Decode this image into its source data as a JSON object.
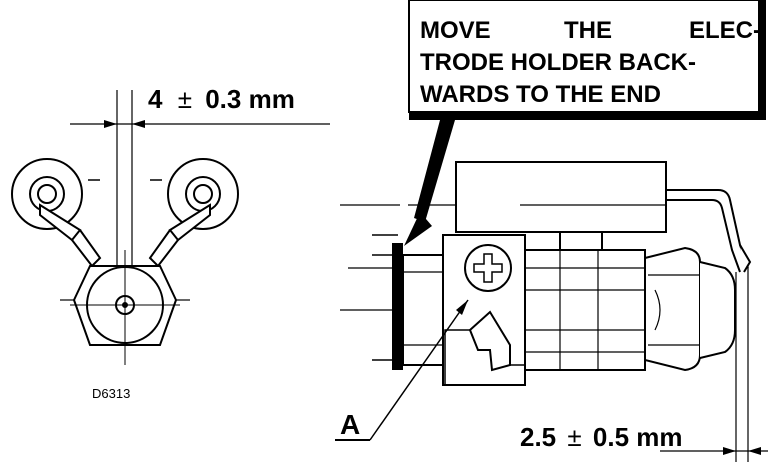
{
  "callout": {
    "line1_words": [
      "MOVE",
      "THE",
      "ELEC-"
    ],
    "line2": "TRODE HOLDER BACK-",
    "line3": "WARDS TO THE END"
  },
  "dim_gap": {
    "value": "4",
    "pm": "±",
    "tolerance": "0.3 mm"
  },
  "dim_offset": {
    "value": "2.5",
    "pm": "±",
    "tolerance": "0.5 mm"
  },
  "figure_code": "D6313",
  "part_label": "A",
  "colors": {
    "ink": "#000000",
    "paper": "#ffffff"
  }
}
